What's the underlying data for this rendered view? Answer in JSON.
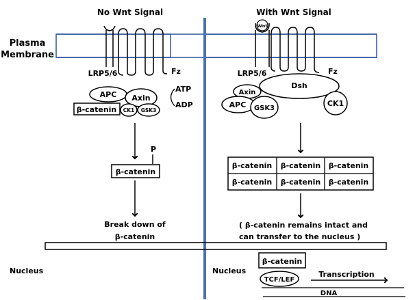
{
  "left_panel": {
    "title": "No Wnt Signal",
    "receptor_lrp": "LRP5/6",
    "receptor_fz": "Fz",
    "complex": {
      "apc": "APC",
      "axin": "Axin",
      "ck1": "CK1",
      "gsk3": "GSK3",
      "beta_catenin": "β-catenin"
    },
    "energy": {
      "atp": "ATP",
      "adp": "ADP"
    },
    "phospho_label": "P",
    "beta_catenin": "β-catenin",
    "outcome_line1": "Break down of",
    "outcome_line2": "β-catenin",
    "nucleus": "Nucleus"
  },
  "right_panel": {
    "title": "With Wnt Signal",
    "ligand": "Wnt",
    "receptor_lrp": "LRP5/6",
    "receptor_fz": "Fz",
    "complex": {
      "dsh": "Dsh",
      "axin": "Axin",
      "apc": "APC",
      "gsk3": "GSK3",
      "ck1": "CK1"
    },
    "beta_catenin_grid": [
      [
        "β-catenin",
        "β-catenin",
        "β-catenin"
      ],
      [
        "β-catenin",
        "β-catenin",
        "β-catenin"
      ]
    ],
    "outcome_line1": "( β-catenin remains intact and",
    "outcome_line2": "can transfer to the nucleus )",
    "nucleus": "Nucleus",
    "nuclear_beta_catenin": "β-catenin",
    "tcf_lef": "TCF/LEF",
    "transcription": "Transcription",
    "dna": "DNA"
  },
  "membrane_label_line1": "Plasma",
  "membrane_label_line2": "Membrane",
  "colors": {
    "membrane": "#2f5597",
    "divider": "#4a72b0",
    "stroke": "#000000"
  }
}
